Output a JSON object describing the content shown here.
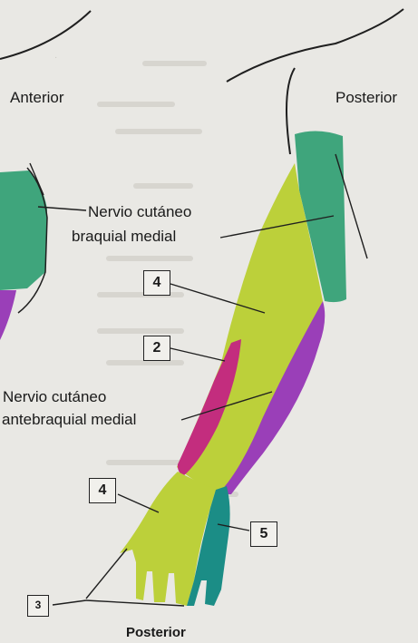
{
  "labels": {
    "anterior": "Anterior",
    "posterior_top": "Posterior",
    "posterior_bottom": "Posterior",
    "nerve_brachial": "Nervio cutáneo",
    "nerve_brachial_2": "braquial medial",
    "nerve_antebrachial": "Nervio cutáneo",
    "nerve_antebrachial_2": "antebraquial medial"
  },
  "numbers": {
    "n4_upper": "4",
    "n2": "2",
    "n4_hand": "4",
    "n5": "5",
    "n3": "3"
  },
  "colors": {
    "green": "#3fa57c",
    "yellow": "#bcd03a",
    "purple": "#9a3fb8",
    "magenta": "#c32d7e",
    "teal": "#1b8d86",
    "line": "#1f1f1f"
  }
}
